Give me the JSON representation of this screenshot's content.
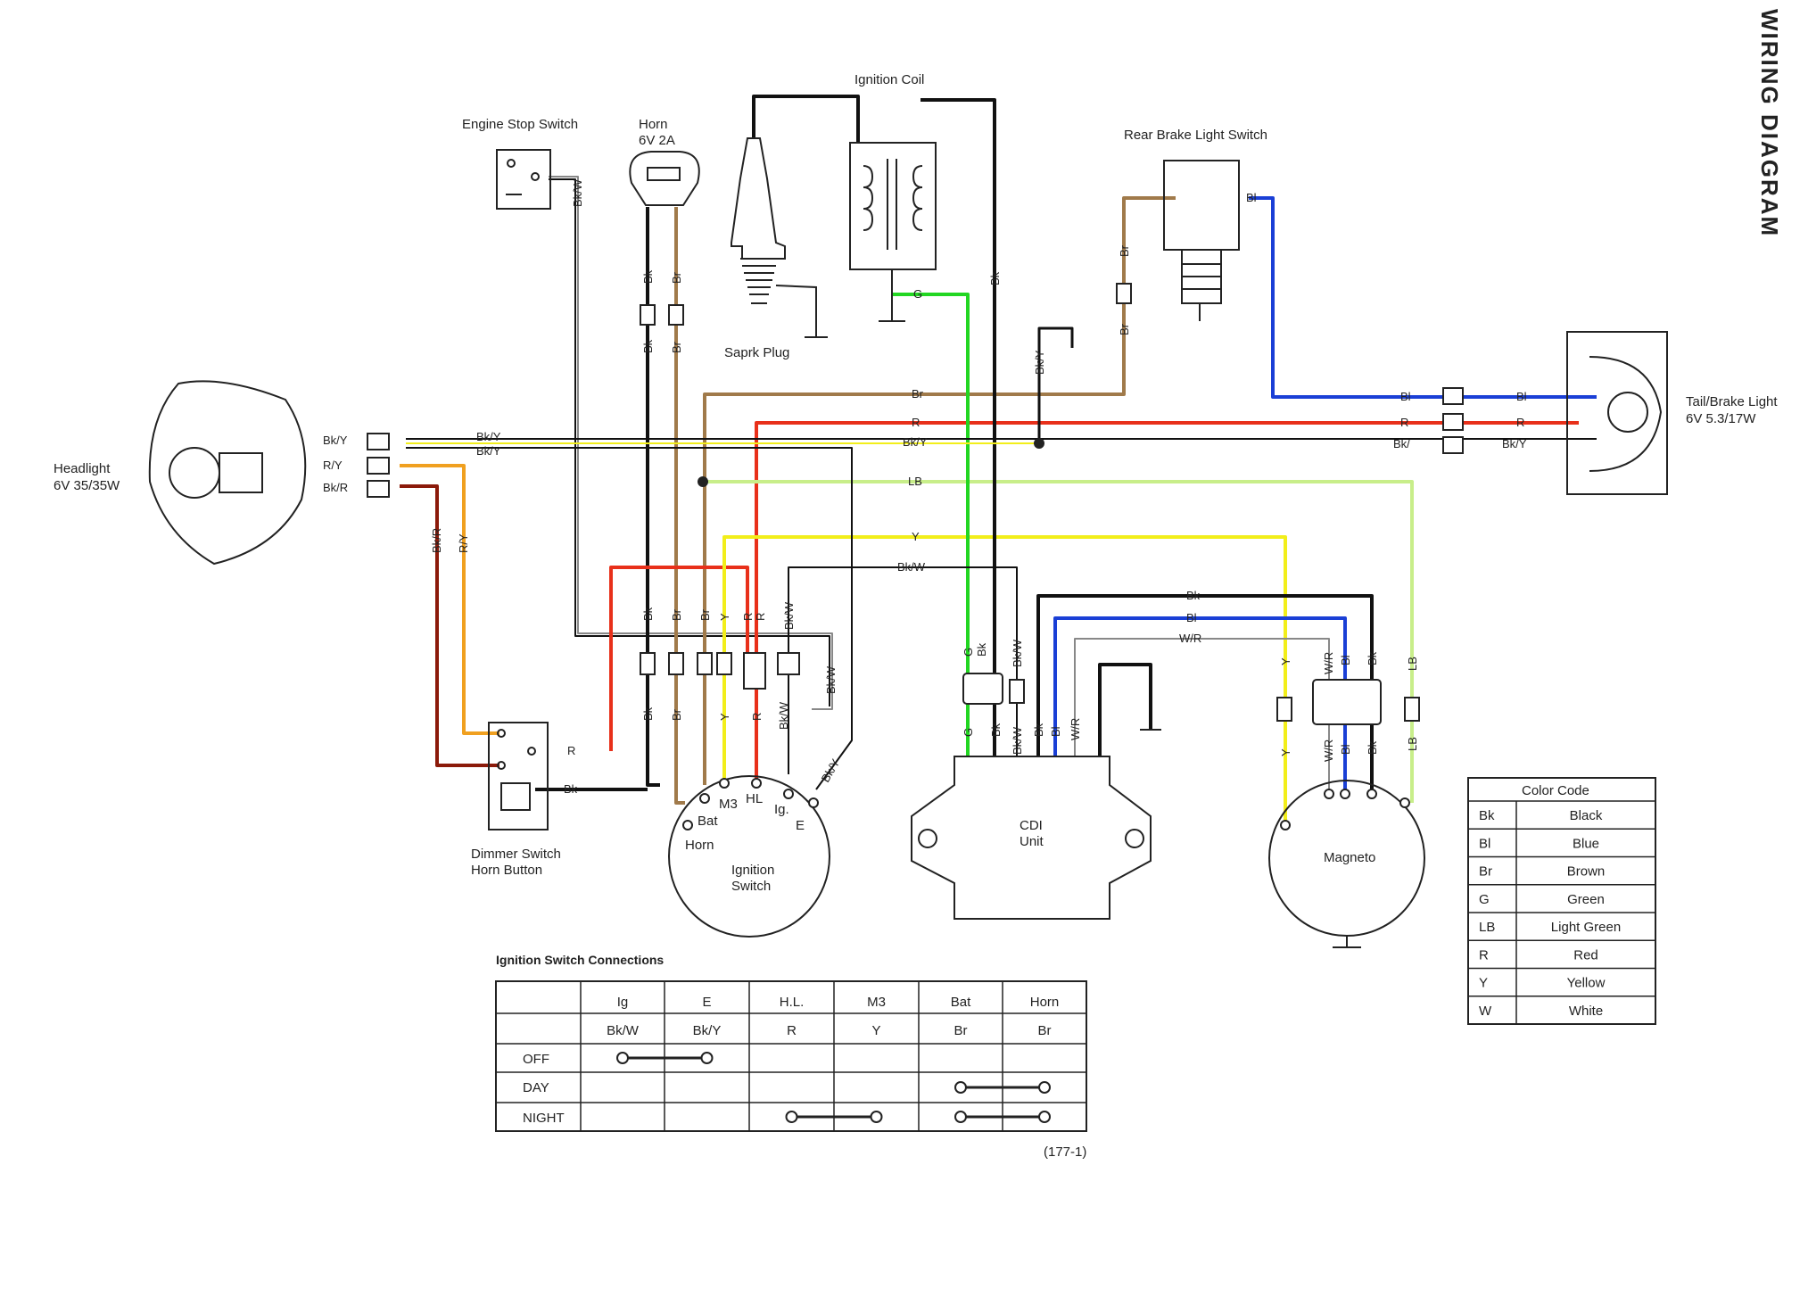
{
  "title": "WIRING DIAGRAM",
  "components": {
    "engine_stop_switch": "Engine Stop Switch",
    "horn": "Horn",
    "horn_rating": "6V 2A",
    "ignition_coil": "Ignition Coil",
    "spark_plug": "Saprk Plug",
    "rear_brake_light_switch": "Rear Brake Light Switch",
    "tail_brake_light": "Tail/Brake Light",
    "tail_brake_rating": "6V 5.3/17W",
    "headlight": "Headlight",
    "headlight_rating": "6V 35/35W",
    "dimmer_switch": "Dimmer Switch",
    "horn_button": "Horn Button",
    "ignition_switch_line1": "Ignition",
    "ignition_switch_line2": "Switch",
    "cdi_line1": "CDI",
    "cdi_line2": "Unit",
    "magneto": "Magneto"
  },
  "terminals": {
    "bat": "Bat",
    "horn": "Horn",
    "m3": "M3",
    "hl": "HL",
    "ig": "Ig.",
    "e": "E"
  },
  "wire_colors": {
    "Bk": "#111111",
    "Bl": "#1a3fd6",
    "Br": "#a07a4a",
    "G": "#22d622",
    "LB": "#c8ee8a",
    "R": "#e8301a",
    "Y": "#f2ee1a",
    "W": "#888888",
    "O": "#f0a020",
    "DR": "#8b1a0a"
  },
  "wire_labels": {
    "bk": "Bk",
    "br": "Br",
    "bl": "Bl",
    "g": "G",
    "r": "R",
    "y": "Y",
    "lb": "LB",
    "bk_w": "Bk/W",
    "bk_y": "Bk/Y",
    "bk_slash": "Bk/",
    "r_y": "R/Y",
    "bk_r": "Bk/R",
    "w_r": "W/R"
  },
  "color_code": {
    "title": "Color Code",
    "rows": [
      {
        "code": "Bk",
        "name": "Black"
      },
      {
        "code": "Bl",
        "name": "Blue"
      },
      {
        "code": "Br",
        "name": "Brown"
      },
      {
        "code": "G",
        "name": "Green"
      },
      {
        "code": "LB",
        "name": "Light Green"
      },
      {
        "code": "R",
        "name": "Red"
      },
      {
        "code": "Y",
        "name": "Yellow"
      },
      {
        "code": "W",
        "name": "White"
      }
    ]
  },
  "ignition_table": {
    "title": "Ignition Switch Connections",
    "terminals": [
      "Ig",
      "E",
      "H.L.",
      "M3",
      "Bat",
      "Horn"
    ],
    "wires": [
      "Bk/W",
      "Bk/Y",
      "R",
      "Y",
      "Br",
      "Br"
    ],
    "positions": [
      "OFF",
      "DAY",
      "NIGHT"
    ],
    "connections": [
      {
        "position": "OFF",
        "from": 0,
        "to": 1
      },
      {
        "position": "DAY",
        "from": 4,
        "to": 5
      },
      {
        "position": "NIGHT",
        "from": 2,
        "to": 3
      },
      {
        "position": "NIGHT",
        "from": 4,
        "to": 5
      }
    ]
  },
  "figure_number": "(177-1)"
}
